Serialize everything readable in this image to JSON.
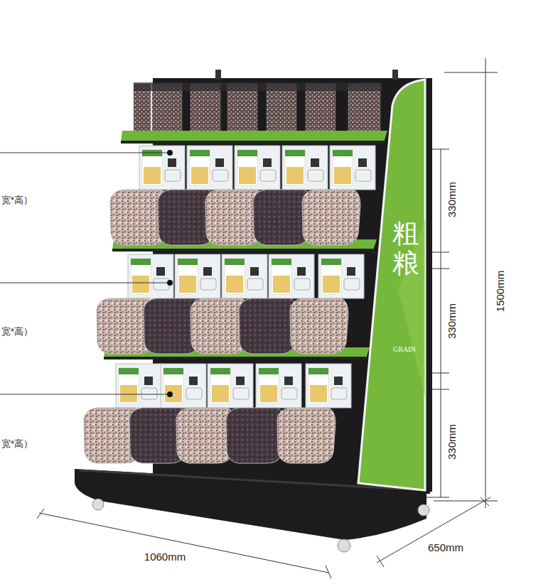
{
  "diagram": {
    "nodes": [
      {
        "text": [
          "粗粮",
          "GRAIN"
        ]
      }
    ],
    "labels": [
      "330mm",
      "330mm",
      "330mm",
      "1500mm",
      "1060mm",
      "650mm",
      "宽*高）",
      "宽*高）",
      "宽*高）"
    ]
  }
}
